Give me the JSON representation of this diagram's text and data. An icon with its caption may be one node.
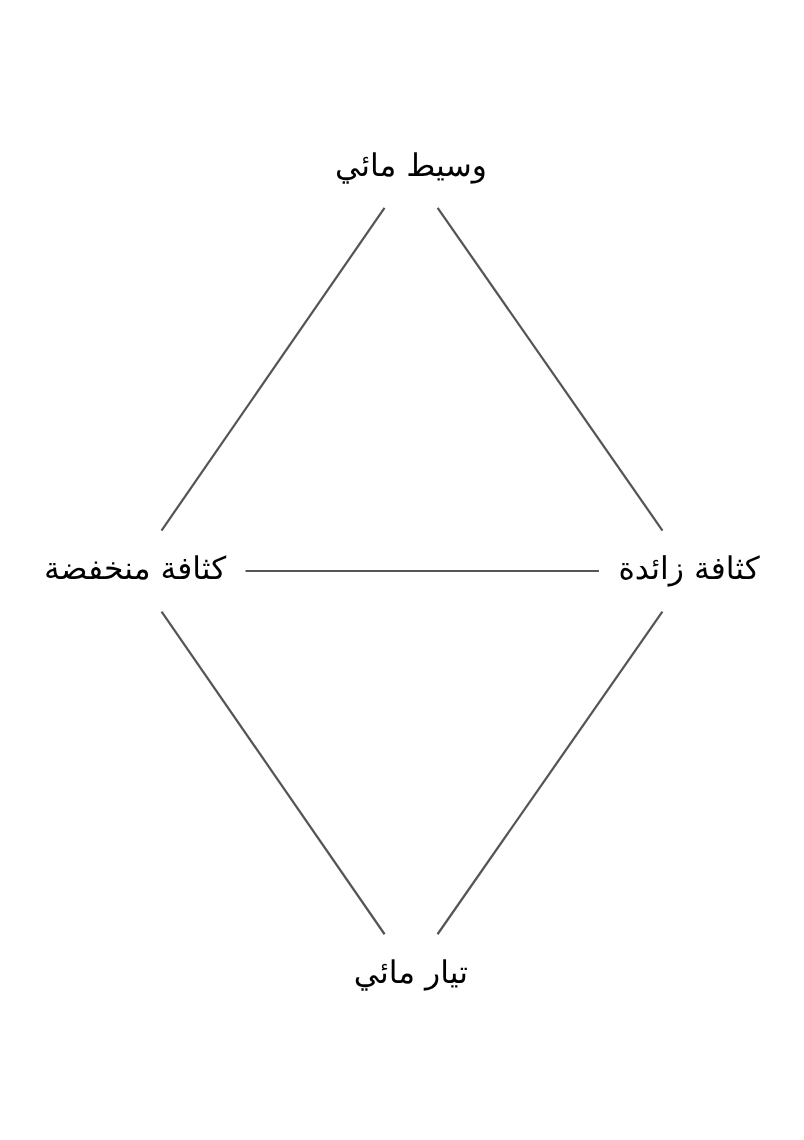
{
  "diagram": {
    "nodes": [
      {
        "text": [
          "وسيط مائي"
        ]
      },
      {
        "text": [
          "كثافة منخفضة"
        ]
      },
      {
        "text": [
          "كثافة زائدة"
        ]
      },
      {
        "text": [
          "تيار مائي"
        ]
      }
    ],
    "edges": [
      {
        "from": 0,
        "to": 1,
        "arrow": "none"
      },
      {
        "from": 0,
        "to": 2,
        "arrow": "none"
      },
      {
        "from": 1,
        "to": 2,
        "arrow": "none"
      },
      {
        "from": 1,
        "to": 3,
        "arrow": "none"
      },
      {
        "from": 2,
        "to": 3,
        "arrow": "none"
      }
    ]
  }
}
